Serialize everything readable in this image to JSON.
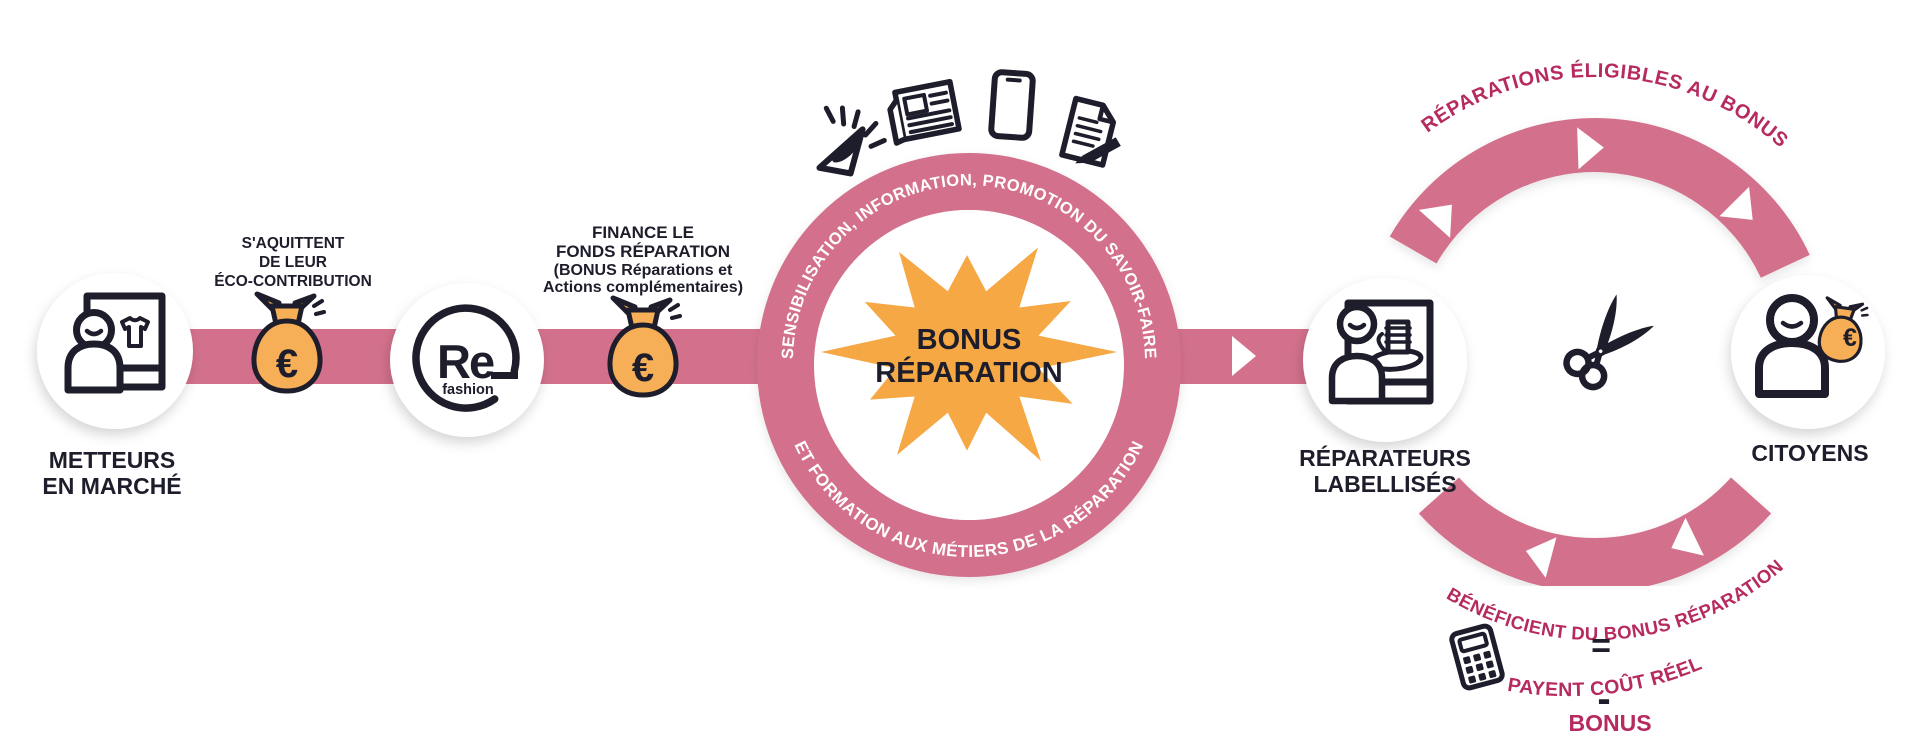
{
  "diagram_title": "Bonus Réparation flow diagram",
  "colors": {
    "band_pink": "#d3718c",
    "magenta_text": "#b62a60",
    "star_orange": "#f5a843",
    "bag_orange": "#f6ae57",
    "ink": "#1d1d2b",
    "white": "#ffffff"
  },
  "flow": {
    "metteurs_label": [
      "METTEURS",
      "EN MARCHÉ"
    ],
    "eco_note": [
      "S'AQUITTENT",
      "DE LEUR",
      "ÉCO-CONTRIBUTION"
    ],
    "refashion_logo": {
      "main": "Re",
      "sub": "fashion"
    },
    "finance_note": [
      "FINANCE LE",
      "FONDS RÉPARATION",
      "(BONUS Réparations et",
      "Actions complémentaires)"
    ],
    "euro": "€"
  },
  "hub": {
    "ring_top": "SENSIBILISATION, INFORMATION, PROMOTION DU SAVOIR-FAIRE",
    "ring_bottom": "ET FORMATION AUX MÉTIERS DE LA RÉPARATION",
    "star_label": [
      "BONUS",
      "RÉPARATION"
    ]
  },
  "cycle": {
    "reparateurs_label": [
      "RÉPARATEURS",
      "LABELLISÉS"
    ],
    "citoyens_label": "CITOYENS",
    "top_text": "RÉPARATIONS ÉLIGIBLES AU BONUS",
    "bottom_text": "BÉNÉFICIENT DU BONUS RÉPARATION",
    "equation": {
      "equals": "=",
      "payent": "PAYENT COÛT RÉEL",
      "minus": "-",
      "bonus": "BONUS"
    }
  },
  "icons": {
    "media": [
      "megaphone-icon",
      "newspaper-icon",
      "smartphone-icon",
      "document-pen-icon"
    ],
    "scissors": "scissors-icon",
    "calculator": "calculator-icon",
    "money_bag": "money-bag-icon"
  }
}
